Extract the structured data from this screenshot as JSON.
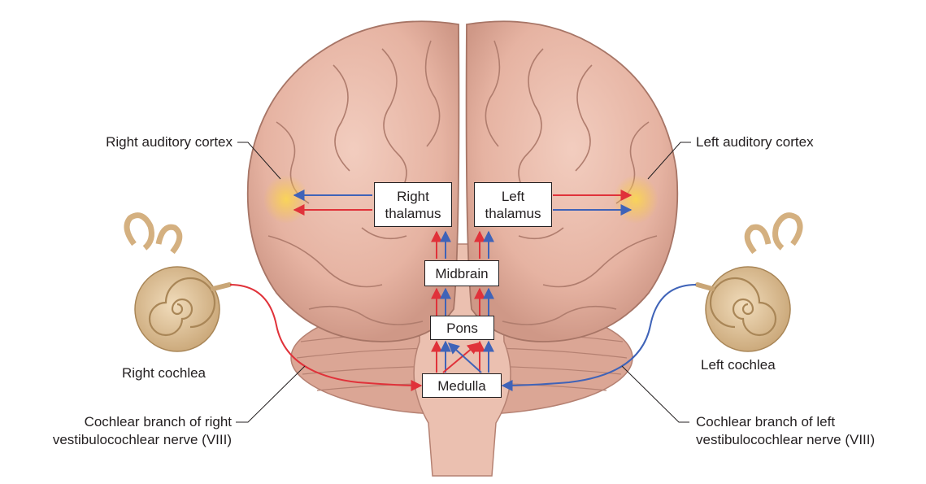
{
  "labels": {
    "right_auditory_cortex": "Right auditory cortex",
    "left_auditory_cortex": "Left auditory cortex",
    "right_cochlea": "Right cochlea",
    "left_cochlea": "Left cochlea",
    "right_nerve_line1": "Cochlear branch of right",
    "right_nerve_line2": "vestibulocochlear nerve (VIII)",
    "left_nerve_line1": "Cochlear branch of left",
    "left_nerve_line2": "vestibulocochlear nerve (VIII)"
  },
  "boxes": {
    "right_thalamus_line1": "Right",
    "right_thalamus_line2": "thalamus",
    "left_thalamus_line1": "Left",
    "left_thalamus_line2": "thalamus",
    "midbrain": "Midbrain",
    "pons": "Pons",
    "medulla": "Medulla"
  },
  "colors": {
    "red_pathway": "#e0323a",
    "blue_pathway": "#3f63b8",
    "brain": "#e9b9a8",
    "brain_shadow": "#c98f7e",
    "auditory_cortex": "#f7c64a",
    "cochlea": "#e2c49a"
  }
}
